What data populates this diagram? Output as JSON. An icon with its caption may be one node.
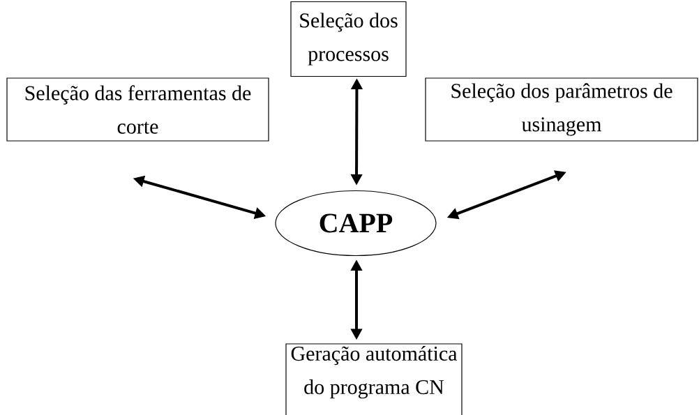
{
  "diagram": {
    "nodes": [
      {
        "text": [
          "Seleção dos processos"
        ]
      },
      {
        "text": [
          "Seleção das ferramentas de corte"
        ]
      },
      {
        "text": [
          "Seleção dos parâmetros de usinagem"
        ]
      },
      {
        "text": [
          "CAPP"
        ]
      },
      {
        "text": [
          "Geração automática do programa CN"
        ]
      }
    ],
    "edges": [
      {
        "from": 0,
        "to": 3,
        "arrow": "both"
      },
      {
        "from": 1,
        "to": 3,
        "arrow": "both"
      },
      {
        "from": 2,
        "to": 3,
        "arrow": "both"
      },
      {
        "from": 3,
        "to": 4,
        "arrow": "both"
      }
    ]
  }
}
